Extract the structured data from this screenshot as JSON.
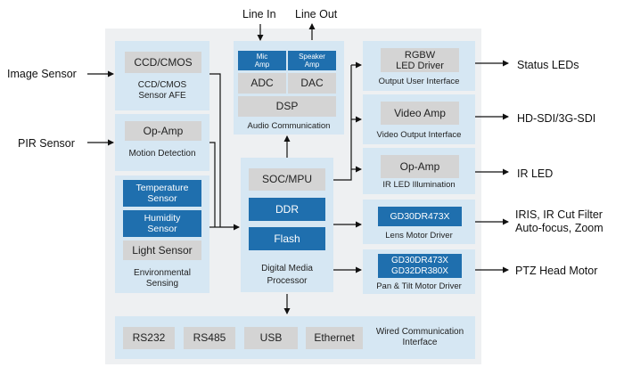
{
  "external": {
    "line_in": "Line In",
    "line_out": "Line Out",
    "image_sensor": "Image Sensor",
    "pir_sensor": "PIR Sensor",
    "status_leds": "Status LEDs",
    "hd_sdi": "HD-SDI/3G-SDI",
    "ir_led": "IR LED",
    "iris_line1": "IRIS, IR Cut Filter",
    "iris_line2": "Auto-focus, Zoom",
    "ptz": "PTZ Head Motor"
  },
  "sensor_afe": {
    "chip": "CCD/CMOS",
    "caption_line1": "CCD/CMOS",
    "caption_line2": "Sensor AFE"
  },
  "motion": {
    "chip": "Op-Amp",
    "caption": "Motion Detection"
  },
  "environmental": {
    "temp_line1": "Temperature",
    "temp_line2": "Sensor",
    "hum_line1": "Humidity",
    "hum_line2": "Sensor",
    "light": "Light Sensor",
    "caption_line1": "Environmental",
    "caption_line2": "Sensing"
  },
  "audio": {
    "mic_line1": "Mic",
    "mic_line2": "Amp",
    "spk_line1": "Speaker",
    "spk_line2": "Amp",
    "adc": "ADC",
    "dac": "DAC",
    "dsp": "DSP",
    "caption": "Audio Communication"
  },
  "processor": {
    "soc": "SOC/MPU",
    "ddr": "DDR",
    "flash": "Flash",
    "caption_line1": "Digital Media",
    "caption_line2": "Processor"
  },
  "output_ui": {
    "chip_line1": "RGBW",
    "chip_line2": "LED Driver",
    "caption": "Output User Interface"
  },
  "video_out": {
    "chip": "Video Amp",
    "caption": "Video Output Interface"
  },
  "ir_illum": {
    "chip": "Op-Amp",
    "caption": "IR LED Illumination"
  },
  "lens_motor": {
    "chip": "GD30DR473X",
    "caption": "Lens Motor Driver"
  },
  "pan_tilt": {
    "chip_line1": "GD30DR473X",
    "chip_line2": "GD32DR380X",
    "caption": "Pan & Tilt Motor Driver"
  },
  "wired": {
    "rs232": "RS232",
    "rs485": "RS485",
    "usb": "USB",
    "ethernet": "Ethernet",
    "caption_line1": "Wired Communication",
    "caption_line2": "Interface"
  },
  "colors": {
    "panel": "#eef0f2",
    "block": "#d6e7f3",
    "chip_gray": "#d4d4d4",
    "chip_blue": "#1f6fae"
  }
}
